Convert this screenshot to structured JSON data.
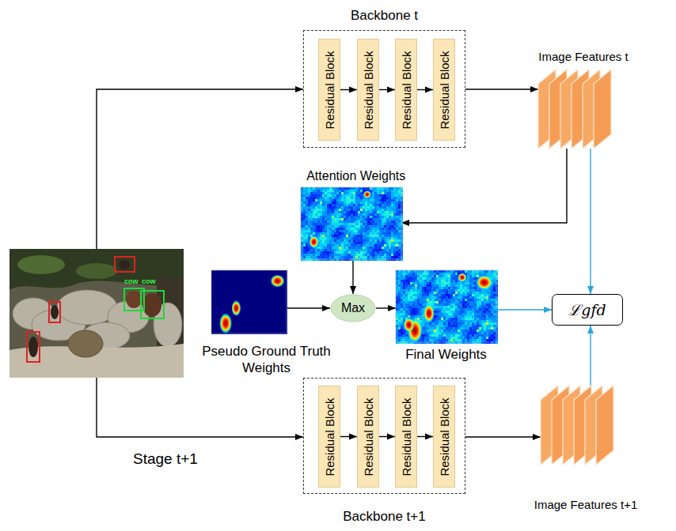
{
  "diagram": {
    "nodes": [
      {
        "text": [
          "Backbone t"
        ]
      },
      {
        "text": [
          "Residual Block"
        ],
        "in": 0
      },
      {
        "text": [
          "Residual Block"
        ],
        "in": 0
      },
      {
        "text": [
          "Residual Block"
        ],
        "in": 0
      },
      {
        "text": [
          "Residual Block"
        ],
        "in": 0
      },
      {
        "text": [
          "Image Features t"
        ]
      },
      {
        "text": [
          "Attention Weights"
        ]
      },
      {
        "text": [
          "cow",
          "cow"
        ]
      },
      {
        "text": [
          "Pseudo Ground Truth Weights"
        ]
      },
      {
        "text": [
          "Max"
        ]
      },
      {
        "text": [
          "Final Weights"
        ]
      },
      {
        "text": [
          "ℒgfd"
        ]
      },
      {
        "text": [
          "Backbone t+1"
        ]
      },
      {
        "text": [
          "Residual Block"
        ],
        "in": 12
      },
      {
        "text": [
          "Residual Block"
        ],
        "in": 12
      },
      {
        "text": [
          "Residual Block"
        ],
        "in": 12
      },
      {
        "text": [
          "Residual Block"
        ],
        "in": 12
      },
      {
        "text": [
          "Image Features t+1"
        ]
      }
    ],
    "edges": [
      {
        "from": 7,
        "to": 0,
        "arrow": "to"
      },
      {
        "from": 1,
        "to": 2,
        "arrow": "to"
      },
      {
        "from": 2,
        "to": 3,
        "arrow": "to"
      },
      {
        "from": 3,
        "to": 4,
        "arrow": "to"
      },
      {
        "from": 0,
        "to": 5,
        "arrow": "to"
      },
      {
        "from": 5,
        "to": 6,
        "arrow": "to"
      },
      {
        "from": 5,
        "to": 11,
        "arrow": "to"
      },
      {
        "from": 6,
        "to": 9,
        "arrow": "to"
      },
      {
        "from": 8,
        "to": 9,
        "arrow": "to"
      },
      {
        "from": 9,
        "to": 10,
        "arrow": "to"
      },
      {
        "from": 10,
        "to": 11,
        "arrow": "to"
      },
      {
        "from": 7,
        "to": 12,
        "arrow": "to"
      },
      {
        "from": 13,
        "to": 14,
        "arrow": "to"
      },
      {
        "from": 14,
        "to": 15,
        "arrow": "to"
      },
      {
        "from": 15,
        "to": 16,
        "arrow": "to"
      },
      {
        "from": 12,
        "to": 17,
        "arrow": "to"
      },
      {
        "from": 17,
        "to": 11,
        "arrow": "to"
      }
    ],
    "labels": [
      "Stage t+1"
    ]
  }
}
